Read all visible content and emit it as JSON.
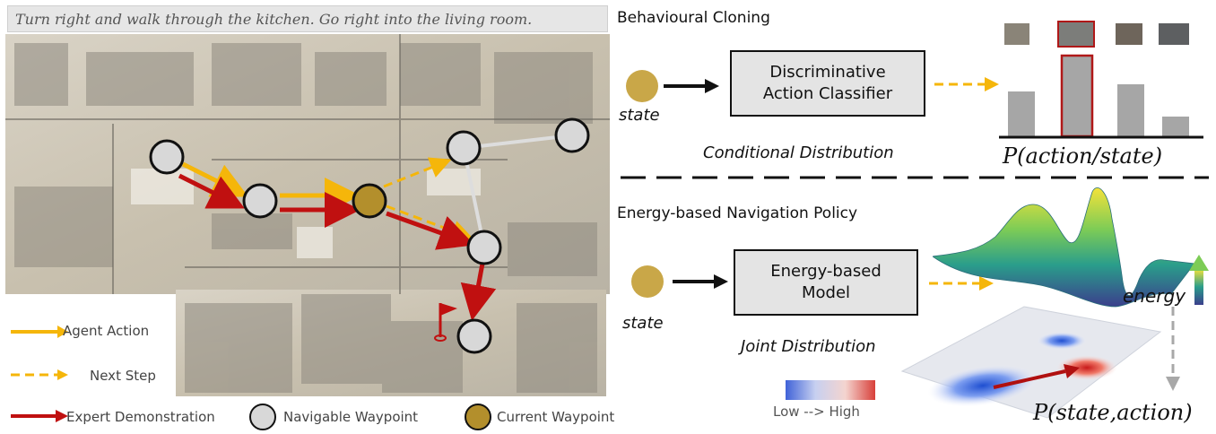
{
  "instruction": "Turn right and walk through the kitchen. Go right into the living room.",
  "bc": {
    "title": "Behavioural Cloning",
    "state_label": "state",
    "box_line1": "Discriminative",
    "box_line2": "Action Classifier",
    "dist_label": "Conditional Distribution",
    "formula": "P(action/state)"
  },
  "ebm": {
    "title": "Energy-based Navigation Policy",
    "state_label": "state",
    "box_line1": "Energy-based",
    "box_line2": "Model",
    "dist_label": "Joint Distribution",
    "energy_label": "energy",
    "colorbar_label": "Low --> High",
    "formula": "P(state,action)"
  },
  "legend": {
    "agent_action": "Agent Action",
    "next_step": "Next Step",
    "expert_demo": "Expert Demonstration",
    "navigable": "Navigable Waypoint",
    "current": "Current Waypoint"
  },
  "colors": {
    "agent_action": "#f5b60a",
    "next_step": "#f5b60a",
    "expert_demo": "#c01010",
    "current_waypoint": "#b38f2c",
    "state": "#c9a748",
    "navigable_waypoint": "#d8d8d8",
    "selected_bar": "#b01818"
  }
}
